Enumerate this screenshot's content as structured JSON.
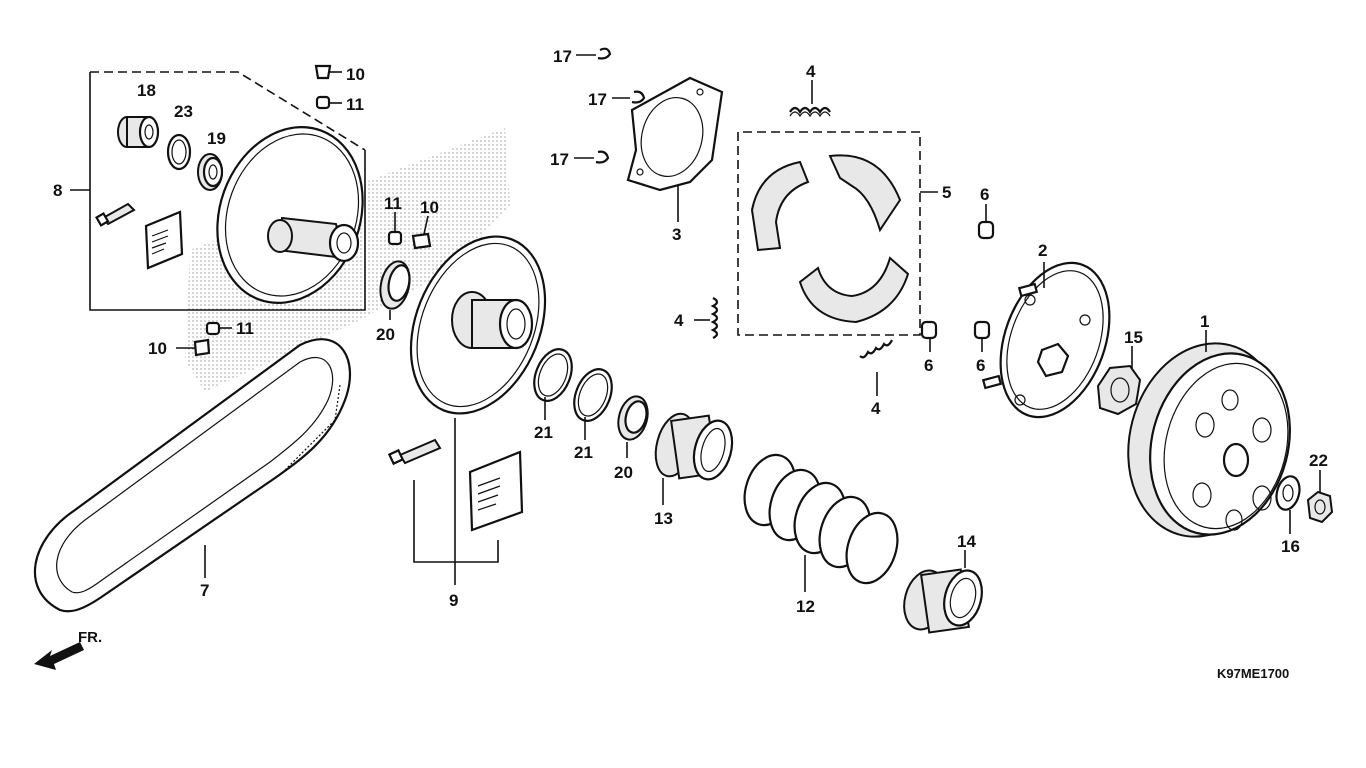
{
  "diagram_code": "K97ME1700",
  "direction_label": "FR.",
  "callouts": [
    {
      "id": "c1",
      "text": "1"
    },
    {
      "id": "c2",
      "text": "2"
    },
    {
      "id": "c3",
      "text": "3"
    },
    {
      "id": "c4a",
      "text": "4"
    },
    {
      "id": "c4b",
      "text": "4"
    },
    {
      "id": "c4c",
      "text": "4"
    },
    {
      "id": "c5",
      "text": "5"
    },
    {
      "id": "c6a",
      "text": "6"
    },
    {
      "id": "c6b",
      "text": "6"
    },
    {
      "id": "c6c",
      "text": "6"
    },
    {
      "id": "c7",
      "text": "7"
    },
    {
      "id": "c8",
      "text": "8"
    },
    {
      "id": "c9",
      "text": "9"
    },
    {
      "id": "c10a",
      "text": "10"
    },
    {
      "id": "c10b",
      "text": "10"
    },
    {
      "id": "c10c",
      "text": "10"
    },
    {
      "id": "c11a",
      "text": "11"
    },
    {
      "id": "c11b",
      "text": "11"
    },
    {
      "id": "c11c",
      "text": "11"
    },
    {
      "id": "c12",
      "text": "12"
    },
    {
      "id": "c13",
      "text": "13"
    },
    {
      "id": "c14",
      "text": "14"
    },
    {
      "id": "c15",
      "text": "15"
    },
    {
      "id": "c16",
      "text": "16"
    },
    {
      "id": "c17a",
      "text": "17"
    },
    {
      "id": "c17b",
      "text": "17"
    },
    {
      "id": "c17c",
      "text": "17"
    },
    {
      "id": "c18",
      "text": "18"
    },
    {
      "id": "c19",
      "text": "19"
    },
    {
      "id": "c20a",
      "text": "20"
    },
    {
      "id": "c20b",
      "text": "20"
    },
    {
      "id": "c21a",
      "text": "21"
    },
    {
      "id": "c21b",
      "text": "21"
    },
    {
      "id": "c22",
      "text": "22"
    },
    {
      "id": "c23",
      "text": "23"
    }
  ]
}
